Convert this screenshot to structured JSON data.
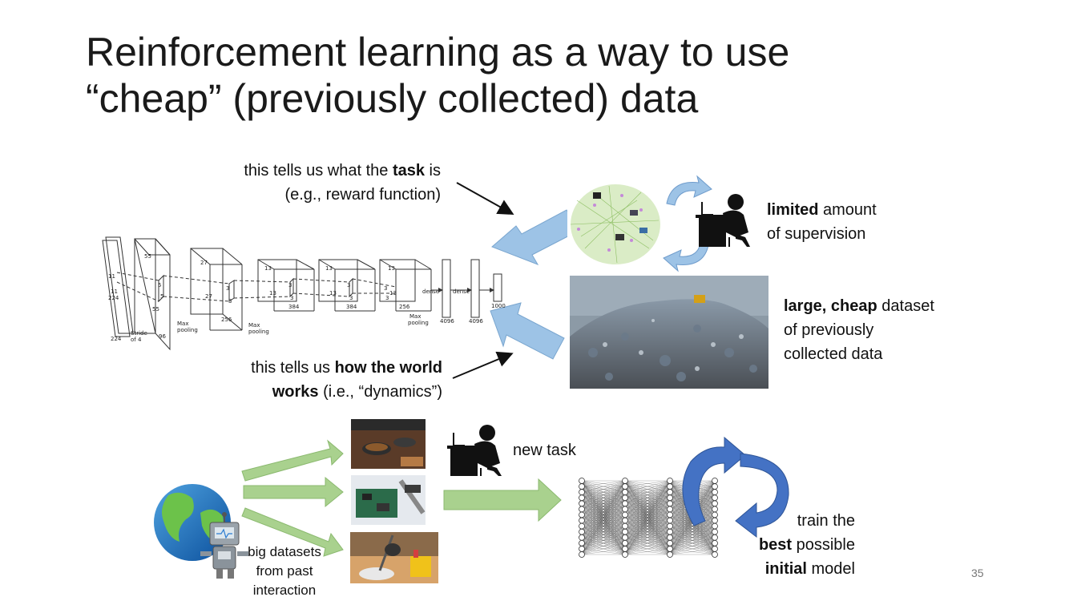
{
  "title_line1": "Reinforcement learning as a way to use",
  "title_line2": "“cheap” (previously collected) data",
  "task_note": {
    "pre": "this tells us what the ",
    "bold": "task",
    "post": " is",
    "line2": "(e.g., reward function)"
  },
  "world_note": {
    "pre": "this tells us ",
    "bold1": "how the world",
    "bold2": "works",
    "post": " (i.e., “dynamics”)"
  },
  "supervision": {
    "bold": "limited",
    "rest": " amount",
    "line2": "of supervision"
  },
  "dataset": {
    "bold": "large, cheap",
    "rest": " dataset",
    "line2": "of previously",
    "line3": "collected data"
  },
  "new_task": "new task",
  "big_datasets": [
    "big datasets",
    "from past",
    "interaction"
  ],
  "train": {
    "line1": "train the",
    "bold2": "best",
    "rest2": " possible",
    "bold3": "initial",
    "rest3": " model"
  },
  "cnn_labels": [
    "55",
    "27",
    "13",
    "13",
    "13",
    "11",
    "11",
    "224",
    "224",
    "5",
    "5",
    "55",
    "3",
    "3",
    "27",
    "3",
    "3",
    "13",
    "3",
    "3",
    "13",
    "3",
    "3",
    "13",
    "384",
    "384",
    "256",
    "256",
    "96",
    "dense",
    "dense",
    "4096",
    "4096",
    "1000",
    "Stride",
    "of 4",
    "Max",
    "pooling",
    "Max",
    "pooling",
    "Max",
    "pooling"
  ],
  "slide_number": "35",
  "colors": {
    "blue_arrow": "#9dc3e6",
    "green_arrow": "#a9d18e",
    "dark_blue": "#2f5597"
  }
}
